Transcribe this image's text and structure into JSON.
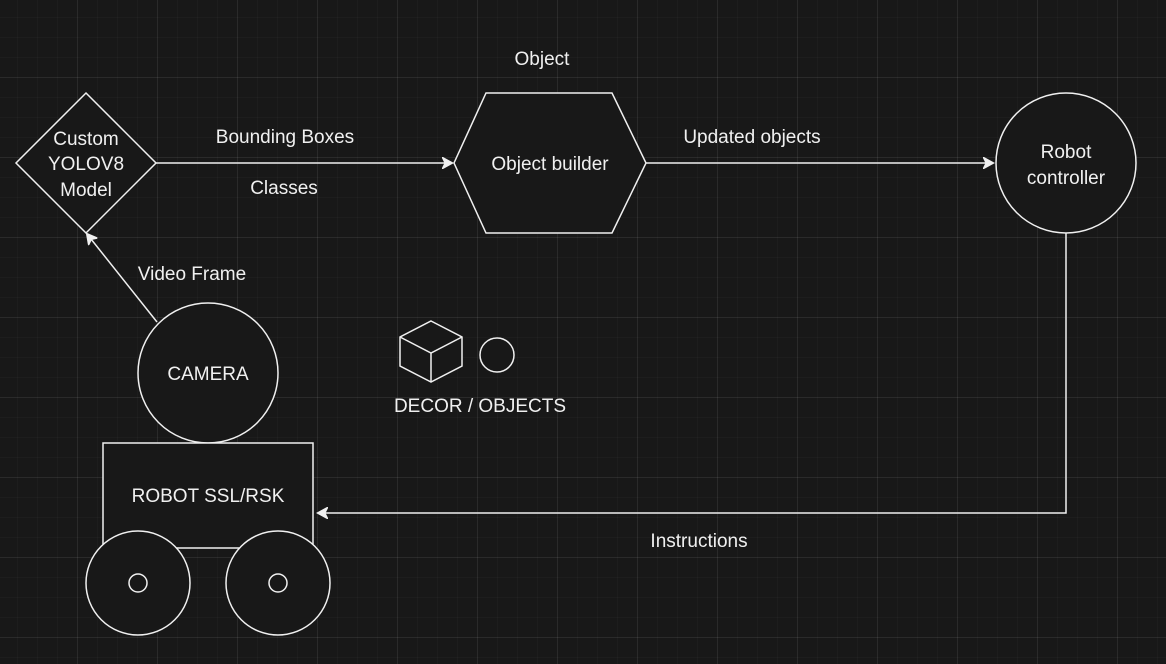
{
  "nodes": {
    "model": {
      "lines": [
        "Custom",
        "YOLOV8",
        "Model"
      ]
    },
    "builder": {
      "label": "Object builder",
      "caption": "Object"
    },
    "controller": {
      "lines": [
        "Robot",
        "controller"
      ]
    },
    "camera": {
      "label": "CAMERA"
    },
    "robot": {
      "label": "ROBOT SSL/RSK"
    },
    "decor": {
      "label": "DECOR / OBJECTS"
    }
  },
  "edges": {
    "model_to_builder": {
      "label_top": "Bounding Boxes",
      "label_bottom": "Classes"
    },
    "builder_to_controller": {
      "label": "Updated objects"
    },
    "camera_to_model": {
      "label": "Video Frame"
    },
    "controller_to_robot": {
      "label": "Instructions"
    }
  },
  "colors": {
    "background": "#181818",
    "stroke": "#f0f0f0"
  }
}
